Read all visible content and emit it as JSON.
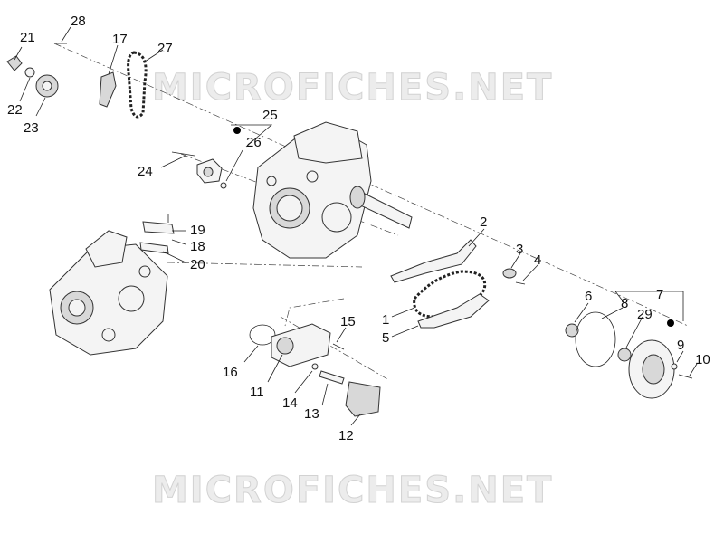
{
  "watermark": {
    "top": "MICROFICHES.NET",
    "bottom": "MICROFICHES.NET"
  },
  "callouts": [
    "28",
    "21",
    "17",
    "27",
    "22",
    "23",
    "25",
    "26",
    "24",
    "19",
    "18",
    "20",
    "2",
    "3",
    "4",
    "1",
    "5",
    "6",
    "7",
    "8",
    "29",
    "9",
    "10",
    "15",
    "16",
    "11",
    "14",
    "13",
    "12"
  ],
  "icons": {
    "bullet": "filled-circle-icon"
  },
  "colors": {
    "line": "#222222",
    "watermark_fill": "#ececec",
    "watermark_stroke": "#d2d2d2"
  }
}
